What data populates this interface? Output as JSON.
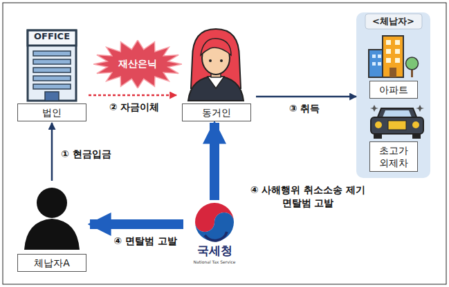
{
  "diagram": {
    "nodes": [
      {
        "text": [
          "OFFICE",
          "법인"
        ]
      },
      {
        "text": [
          "재산은닉"
        ]
      },
      {
        "text": [
          "동거인"
        ]
      },
      {
        "text": [
          "<체납자>"
        ]
      },
      {
        "text": [
          "아파트"
        ],
        "in": 3
      },
      {
        "text": [
          "초고가 외제차"
        ],
        "in": 3
      },
      {
        "text": [
          "체납자A"
        ]
      },
      {
        "text": [
          "국세청",
          "National Tax Service"
        ]
      }
    ],
    "edges": [
      {
        "from": 6,
        "to": 0,
        "arrow": "to",
        "label": "① 현금입금"
      },
      {
        "from": 0,
        "to": 2,
        "arrow": "to",
        "label": "② 자금이체"
      },
      {
        "from": 2,
        "to": 3,
        "arrow": "to",
        "label": "③ 취득"
      },
      {
        "from": 7,
        "to": 2,
        "arrow": "to",
        "label": "④ 사해행위 취소소송 제기 면탈범 고발"
      },
      {
        "from": 7,
        "to": 6,
        "arrow": "to",
        "label": "④ 면탈범 고발"
      }
    ]
  }
}
